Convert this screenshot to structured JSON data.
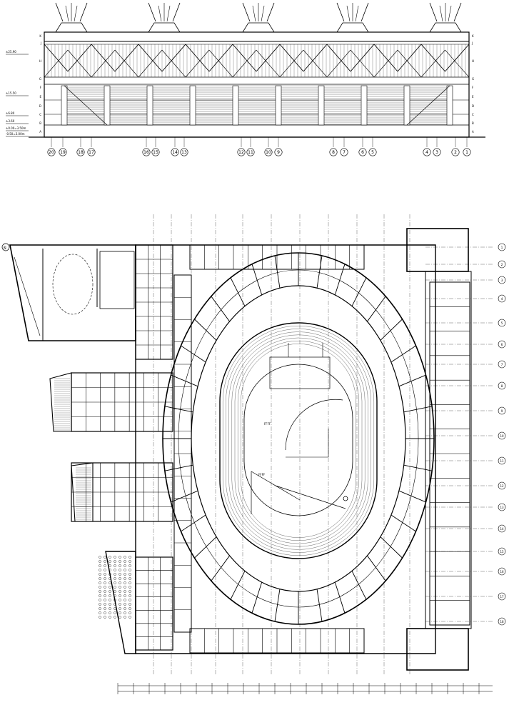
{
  "elevation": {
    "left_levels": [
      "±25.90",
      "±15.50",
      "±6.80",
      "±3.60",
      "±0.00=3.50m",
      "-0.50=3.00m"
    ],
    "axis_labels": [
      "20",
      "19",
      "18",
      "17",
      "16",
      "15",
      "14",
      "13",
      "12",
      "11",
      "10",
      "9",
      "8",
      "7",
      "6",
      "5",
      "4",
      "3",
      "2",
      "1"
    ],
    "row_labels": [
      "K",
      "J",
      "H",
      "G",
      "F",
      "E",
      "D",
      "C",
      "B",
      "A"
    ]
  },
  "plan": {
    "row_labels_right": [
      "1",
      "2",
      "3",
      "4",
      "5",
      "6",
      "7",
      "8",
      "9",
      "10",
      "11",
      "12",
      "13",
      "14",
      "15",
      "16",
      "17",
      "18"
    ],
    "left_label": "⑤",
    "track_mark": "FFFF"
  }
}
